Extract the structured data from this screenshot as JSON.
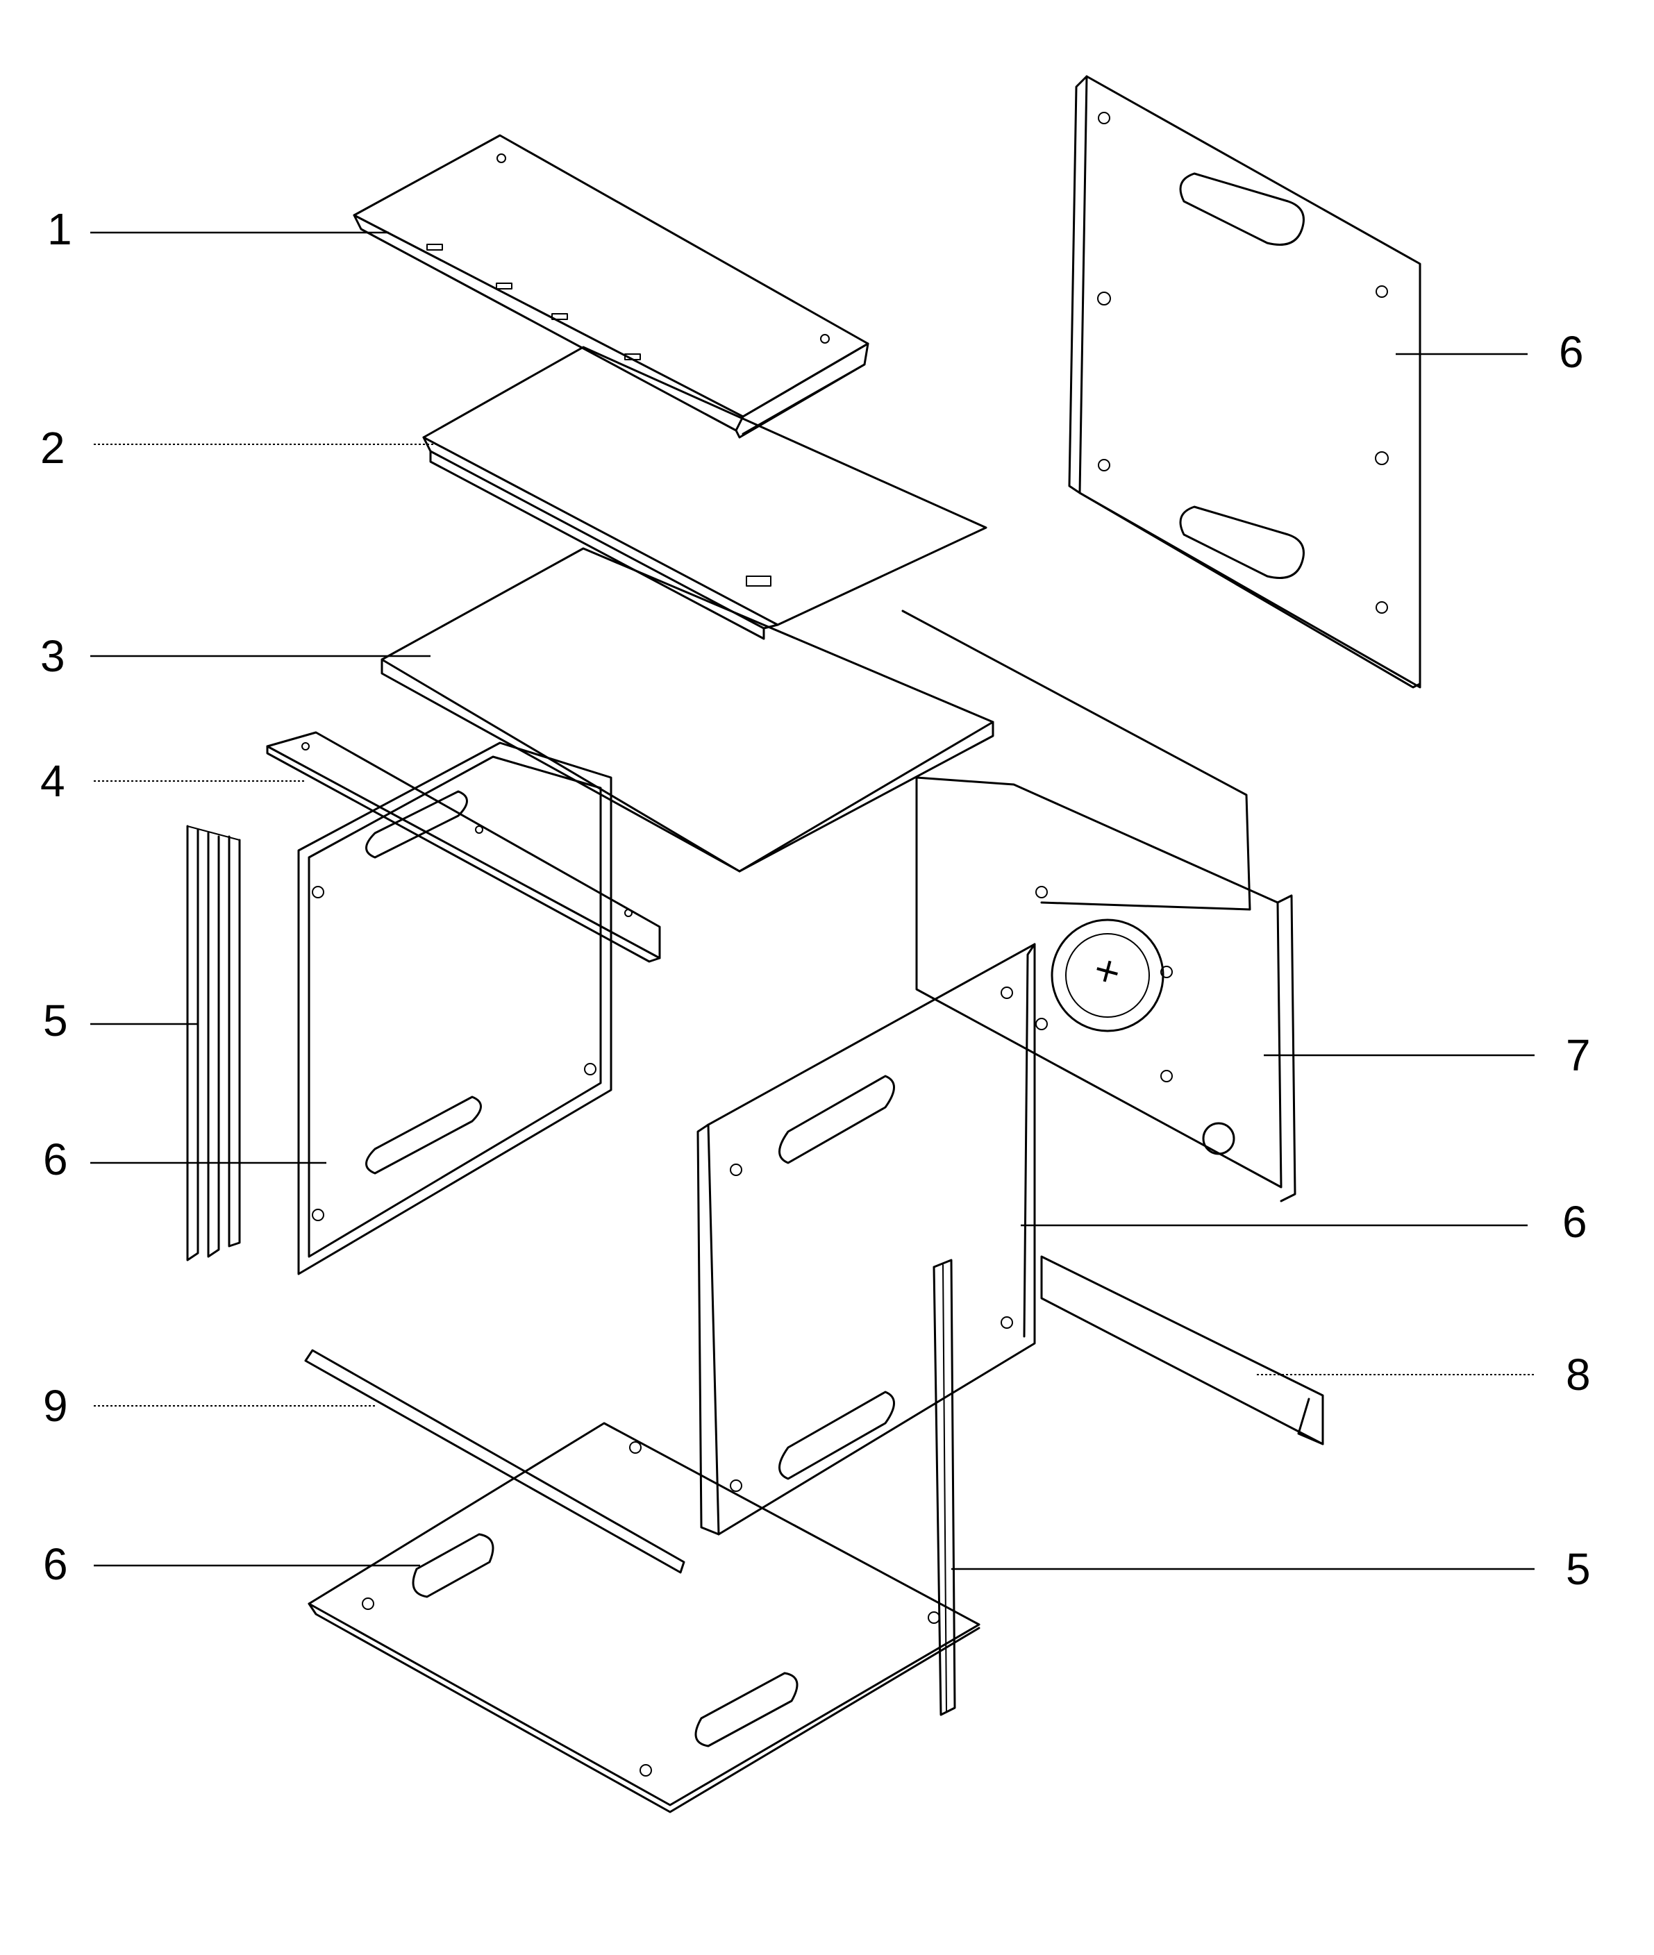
{
  "callouts": [
    {
      "label": "1"
    },
    {
      "label": "2"
    },
    {
      "label": "3"
    },
    {
      "label": "4"
    },
    {
      "label": "5"
    },
    {
      "label": "6"
    },
    {
      "label": "9"
    },
    {
      "label": "6"
    },
    {
      "label": "6"
    },
    {
      "label": "7"
    },
    {
      "label": "6"
    },
    {
      "label": "8"
    },
    {
      "label": "5"
    }
  ],
  "colors": {
    "ink": "#000000",
    "paper": "#ffffff"
  }
}
